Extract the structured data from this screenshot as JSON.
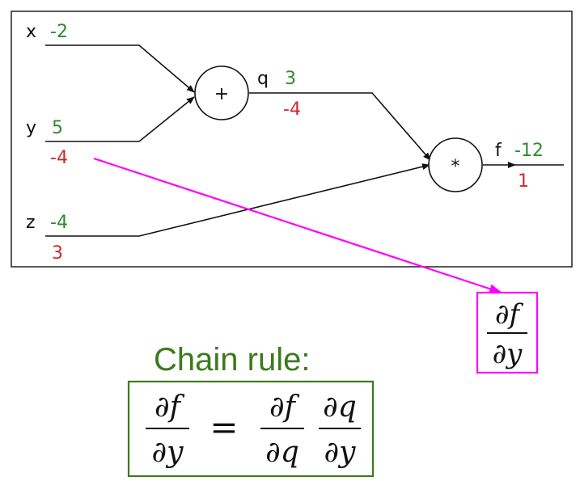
{
  "colors": {
    "forward": "#2e8b2e",
    "backward": "#cc2a2a",
    "highlight": "#ff00ff",
    "chain_green": "#3c7a1c",
    "ink": "#111111"
  },
  "graph": {
    "inputs": {
      "x": {
        "name": "x",
        "value": "-2"
      },
      "y": {
        "name": "y",
        "value": "5",
        "grad": "-4"
      },
      "z": {
        "name": "z",
        "value": "-4",
        "grad": "3"
      }
    },
    "add_node": {
      "op": "+"
    },
    "q": {
      "name": "q",
      "value": "3",
      "grad": "-4"
    },
    "mul_node": {
      "op": "*"
    },
    "f": {
      "name": "f",
      "value": "-12",
      "grad": "1"
    }
  },
  "callout": {
    "num": "∂f",
    "den": "∂y"
  },
  "chain_rule": {
    "title": "Chain rule:",
    "lhs_num": "∂f",
    "lhs_den": "∂y",
    "equals": "=",
    "t1_num": "∂f",
    "t1_den": "∂q",
    "t2_num": "∂q",
    "t2_den": "∂y"
  }
}
